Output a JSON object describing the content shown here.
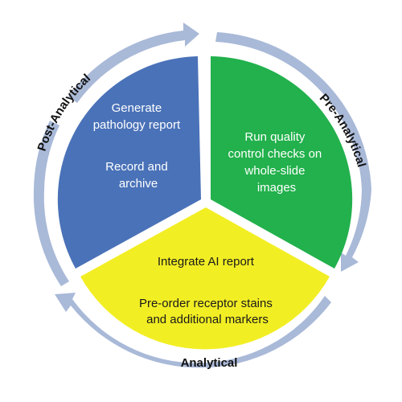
{
  "colors": {
    "post_analytical": "#4a72b8",
    "pre_analytical": "#22b14c",
    "analytical": "#f2ee24",
    "ring": "#a9b9d8",
    "light_text": "#ffffff",
    "dark_text": "#1a1a1a"
  },
  "segments": {
    "post_analytical": {
      "lines": [
        "Generate",
        "pathology report",
        "",
        "Record and",
        "archive"
      ]
    },
    "pre_analytical": {
      "lines": [
        "Run quality",
        "control checks on",
        "whole-slide",
        "images"
      ]
    },
    "analytical": {
      "lines": [
        "Integrate AI report",
        "",
        "Pre-order receptor stains",
        "and additional markers"
      ]
    }
  },
  "stages": {
    "post_analytical": "Post-Analytical",
    "pre_analytical": "Pre-Analytical",
    "analytical": "Analytical"
  }
}
